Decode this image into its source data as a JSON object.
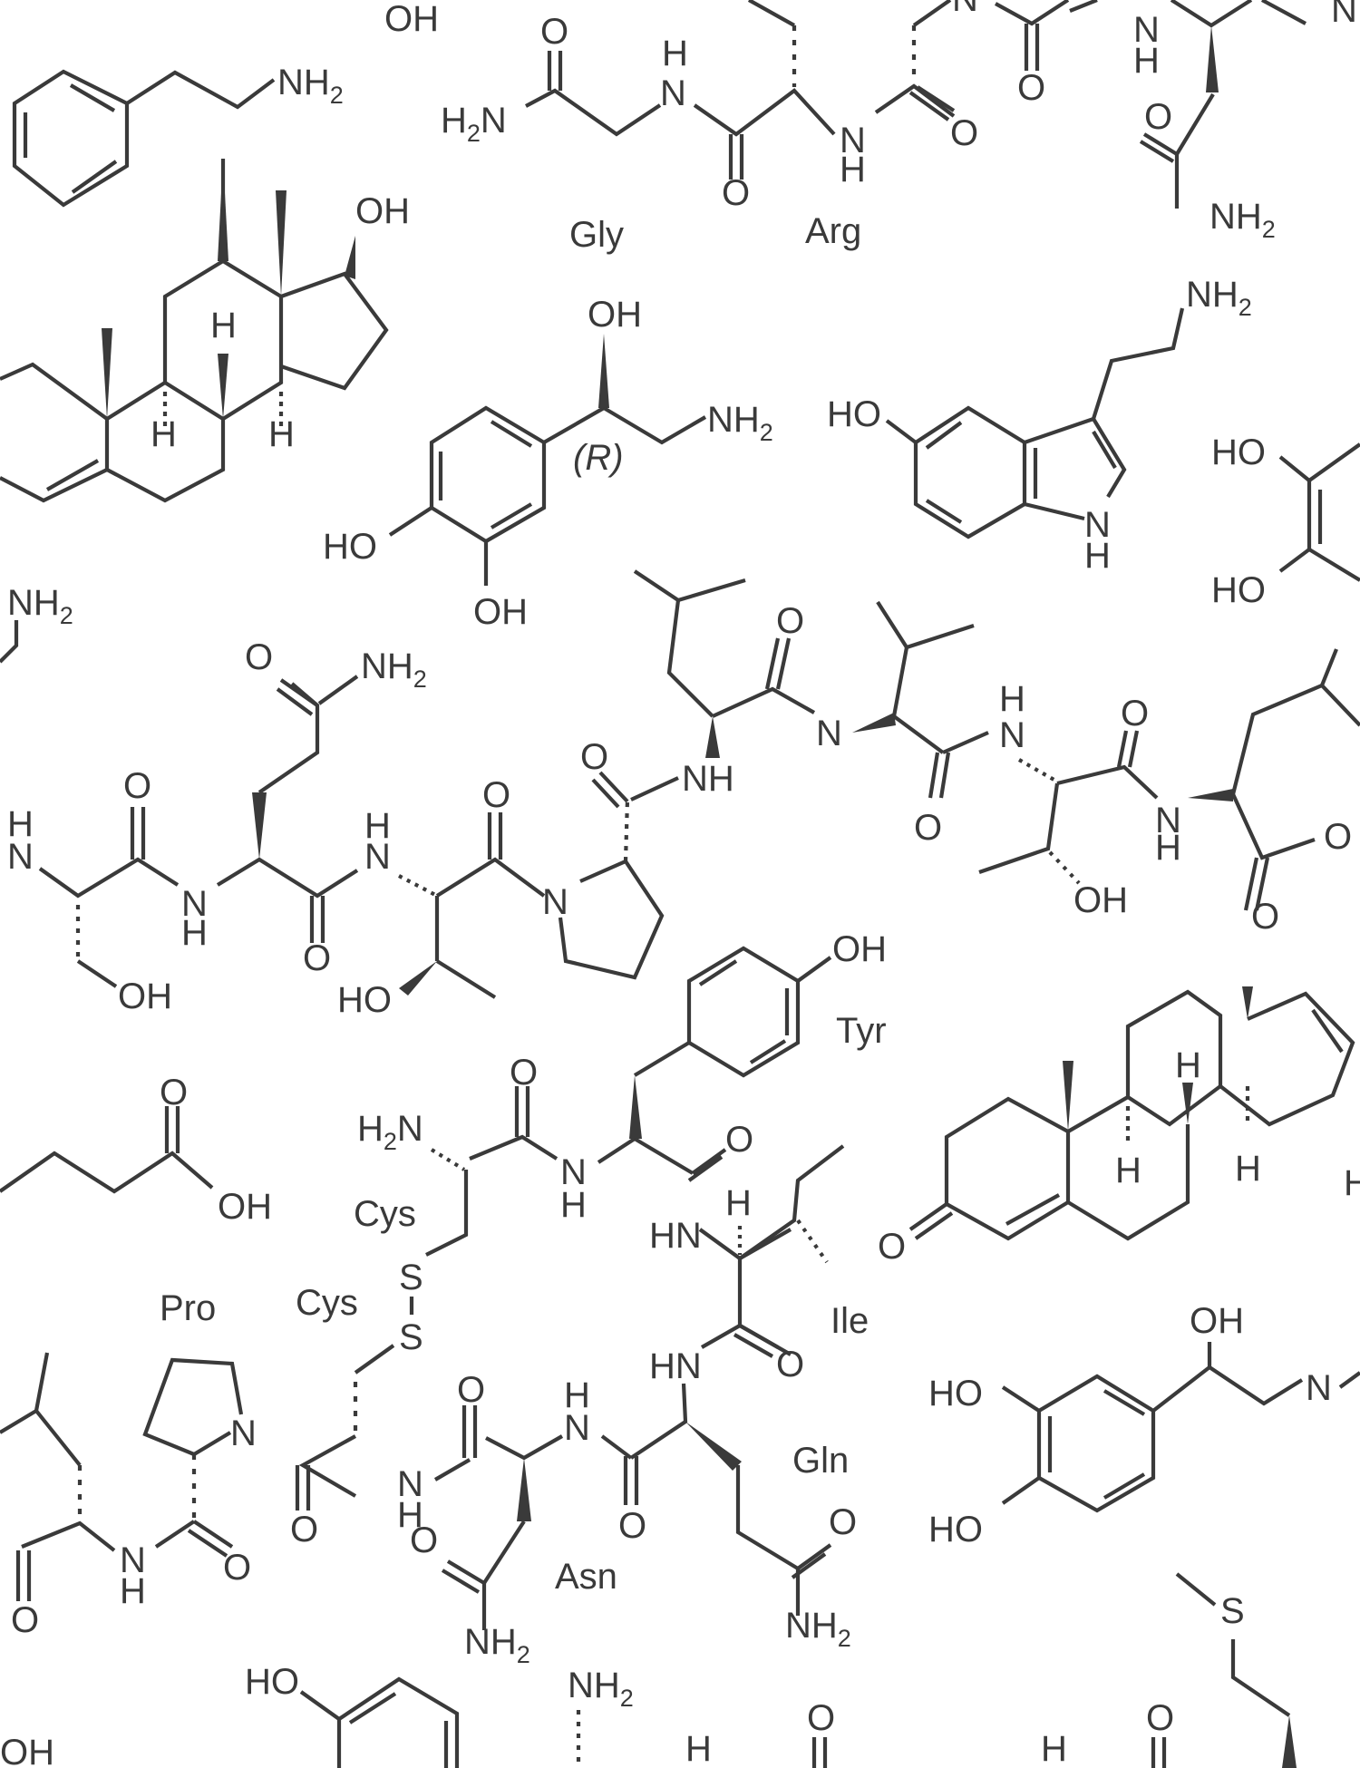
{
  "page": {
    "type": "chemical-structures-pattern",
    "ink_color": "#3a3a3a",
    "background": "#ffffff"
  },
  "molecules": [
    {
      "name": "phenethylamine",
      "labels": [
        "NH2"
      ]
    },
    {
      "name": "testosterone-like steroid",
      "labels": [
        "OH",
        "H",
        "H",
        "H"
      ]
    },
    {
      "name": "norepinephrine",
      "labels": [
        "OH",
        "NH2",
        "HO",
        "OH",
        "(R)"
      ]
    },
    {
      "name": "serotonin",
      "labels": [
        "NH2",
        "HO",
        "N",
        "H"
      ]
    },
    {
      "name": "peptide chain top",
      "labels": [
        "H2N",
        "O",
        "H",
        "N",
        "O",
        "N",
        "H",
        "O",
        "NH2"
      ]
    },
    {
      "name": "peptide chain middle",
      "labels": [
        "O",
        "NH2",
        "H",
        "N",
        "O",
        "N",
        "H",
        "O",
        "H",
        "N",
        "O",
        "N",
        "OH",
        "HO",
        "O",
        "NH",
        "O",
        "N",
        "O",
        "H",
        "N",
        "O",
        "N",
        "H",
        "O",
        "OH",
        "O"
      ]
    },
    {
      "name": "oxytocin fragment",
      "labels": [
        "OH",
        "H2N",
        "O",
        "N",
        "H",
        "O",
        "H",
        "HN",
        "S",
        "S",
        "HN",
        "O",
        "O",
        "N",
        "O",
        "N",
        "H",
        "O",
        "H",
        "N",
        "O",
        "N",
        "H",
        "O",
        "O",
        "NH2",
        "O",
        "NH2"
      ]
    },
    {
      "name": "steroid dienone",
      "labels": [
        "O",
        "H",
        "H",
        "H"
      ]
    },
    {
      "name": "epinephrine fragment",
      "labels": [
        "OH",
        "HO",
        "HO",
        "N"
      ]
    },
    {
      "name": "methionine fragment",
      "labels": [
        "S"
      ]
    },
    {
      "name": "pentanoic acid",
      "labels": [
        "O",
        "OH"
      ]
    }
  ],
  "residue_labels": {
    "gly": "Gly",
    "arg": "Arg",
    "tyr": "Tyr",
    "cys1": "Cys",
    "cys2": "Cys",
    "pro": "Pro",
    "ile": "Ile",
    "gln": "Gln",
    "asn": "Asn"
  },
  "stereo_labels": {
    "r_config": "(R)"
  },
  "atoms": {
    "oh": "OH",
    "ho": "HO",
    "nh2": "NH",
    "h2n_h": "H",
    "n": "N",
    "h": "H",
    "o": "O",
    "nh": "NH",
    "hn": "HN",
    "s": "S",
    "sub2": "2"
  }
}
